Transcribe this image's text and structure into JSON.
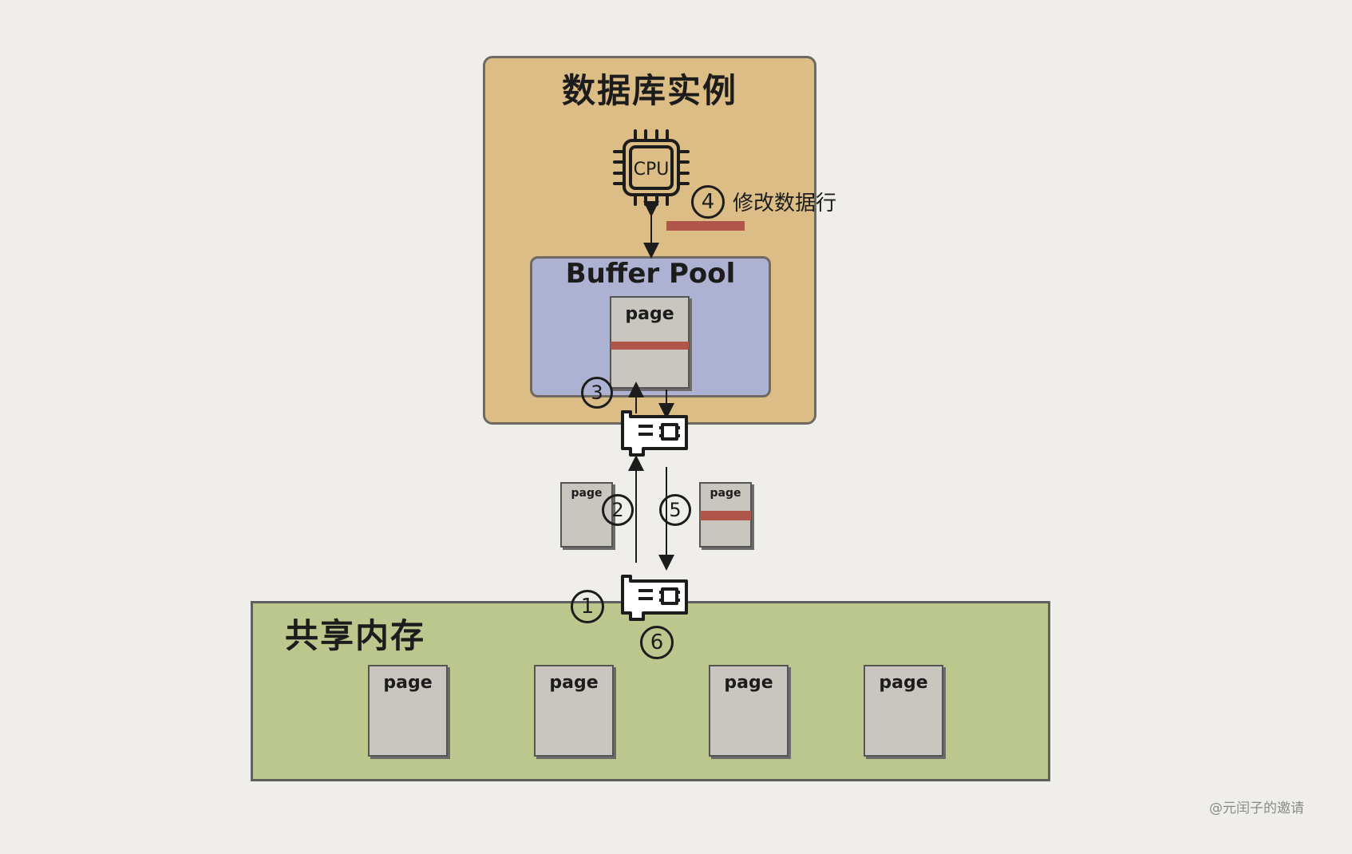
{
  "db_instance": {
    "title": "数据库实例"
  },
  "cpu": {
    "label": "CPU",
    "icon": "cpu-chip-icon"
  },
  "step4": {
    "number": "4",
    "label": "修改数据行"
  },
  "buffer_pool": {
    "title": "Buffer Pool",
    "page_label": "page"
  },
  "steps": {
    "s1": "1",
    "s2": "2",
    "s3": "3",
    "s5": "5",
    "s6": "6"
  },
  "transfer_pages": {
    "left_label": "page",
    "right_label": "page"
  },
  "nic": {
    "icon": "network-card-icon"
  },
  "shared_memory": {
    "title": "共享内存",
    "pages": [
      "page",
      "page",
      "page",
      "page"
    ]
  },
  "colors": {
    "db_instance": "#dcbd85",
    "buffer_pool": "#adb2d2",
    "shared_memory": "#bcc78e",
    "page": "#c9c6c0",
    "modified_row": "#b0554a"
  },
  "watermark": "@元闰子的邀请"
}
